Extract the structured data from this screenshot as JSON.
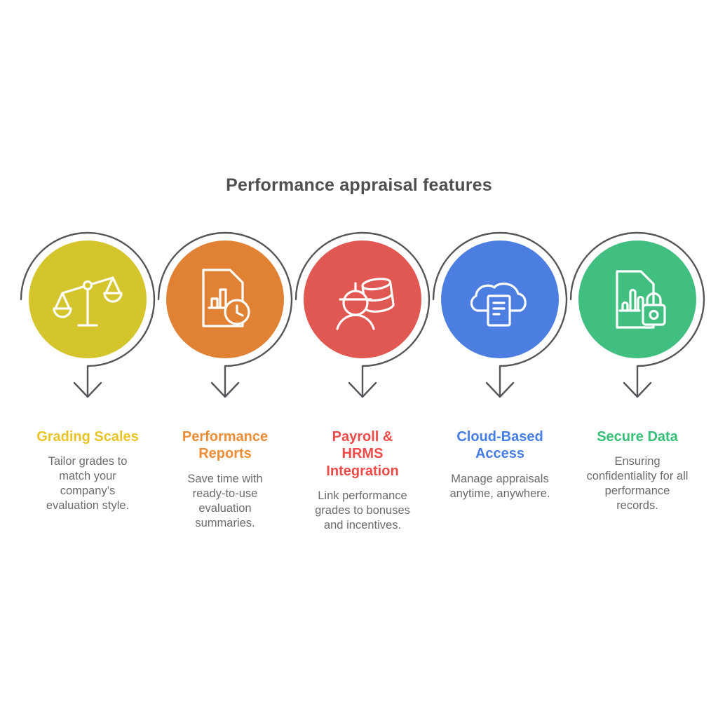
{
  "title": "Performance appraisal features",
  "colors": {
    "background": "#ffffff",
    "title_text": "#4e4f51",
    "body_text": "#6a6b6d",
    "connector": "#55565a",
    "icon_stroke": "#ffffff"
  },
  "features": [
    {
      "heading": "Grading Scales",
      "description": "Tailor grades to\nmatch your\ncompany’s\nevaluation style.",
      "circle_color": "#d4c52d",
      "heading_color": "#e9c426",
      "icon": "balance-scale-icon"
    },
    {
      "heading": "Performance\nReports",
      "description": "Save time with\nready-to-use\nevaluation\nsummaries.",
      "circle_color": "#e08134",
      "heading_color": "#ec8c35",
      "icon": "report-document-clock-icon"
    },
    {
      "heading": "Payroll &\nHRMS\nIntegration",
      "description": "Link performance\ngrades to bonuses\nand incentives.",
      "circle_color": "#e15751",
      "heading_color": "#ee4b48",
      "icon": "worker-database-icon"
    },
    {
      "heading": "Cloud-Based\nAccess",
      "description": "Manage appraisals\nanytime, anywhere.",
      "circle_color": "#4b7ee0",
      "heading_color": "#467ee5",
      "icon": "cloud-document-icon"
    },
    {
      "heading": "Secure Data",
      "description": "Ensuring\nconfidentiality for all\nperformance\nrecords.",
      "circle_color": "#41bf80",
      "heading_color": "#36bf77",
      "icon": "secure-report-lock-icon"
    }
  ]
}
